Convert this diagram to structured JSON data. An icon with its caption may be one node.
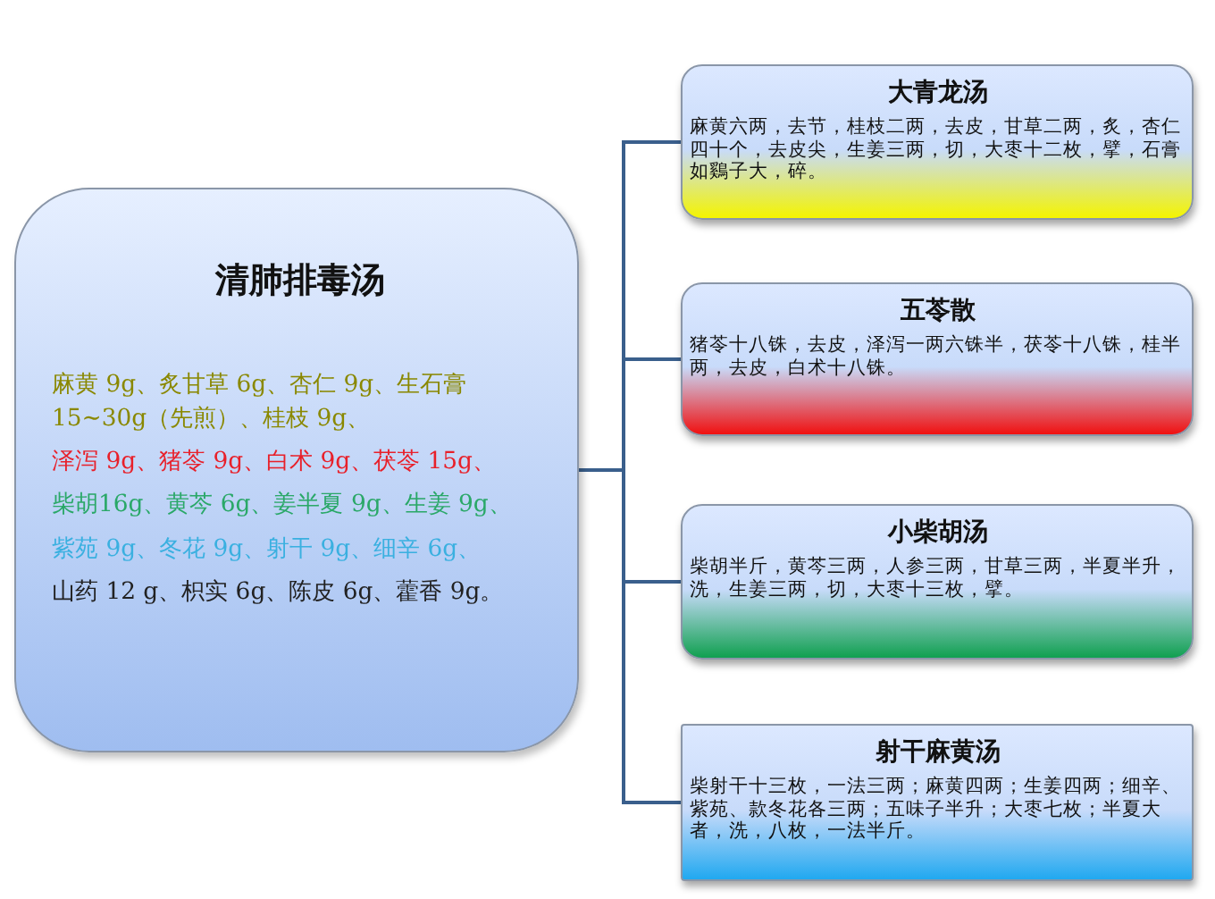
{
  "diagram": {
    "nodes": [
      {
        "text": [
          "清肺排毒汤",
          "麻黄 9g、炙甘草 6g、杏仁 9g、生石膏 15~30g（先煎）、桂枝 9g、",
          "泽泻 9g、猪苓 9g、白术 9g、茯苓 15g、",
          "柴胡16g、黄芩 6g、姜半夏 9g、生姜 9g、",
          "紫苑 9g、冬花 9g、射干 9g、细辛 6g、",
          "山药 12 g、枳实 6g、陈皮 6g、藿香 9g。"
        ]
      },
      {
        "text": [
          "大青龙汤",
          "麻黄六两，去节，桂枝二两，去皮，甘草二两，炙，杏仁四十个，去皮尖，生姜三两，切，大枣十二枚，擘，石膏如鷄子大，碎。"
        ]
      },
      {
        "text": [
          "五苓散",
          "猪苓十八铢，去皮，泽泻一两六铢半，茯苓十八铢，桂半两，去皮，白术十八铢。"
        ]
      },
      {
        "text": [
          "小柴胡汤",
          "柴胡半斤，黄芩三两，人参三两，甘草三两，半夏半升，洗，生姜三两，切，大枣十三枚，擘。"
        ]
      },
      {
        "text": [
          "射干麻黄汤",
          "柴射干十三枚，一法三两；麻黄四两；生姜四两；细辛、紫苑、款冬花各三两；五味子半升；大枣七枚；半夏大者，洗，八枚，一法半斤。"
        ]
      }
    ],
    "edges": [
      {
        "from": 0,
        "to": 1,
        "arrow": "none"
      },
      {
        "from": 0,
        "to": 2,
        "arrow": "none"
      },
      {
        "from": 0,
        "to": 3,
        "arrow": "none"
      },
      {
        "from": 0,
        "to": 4,
        "arrow": "none"
      }
    ]
  }
}
